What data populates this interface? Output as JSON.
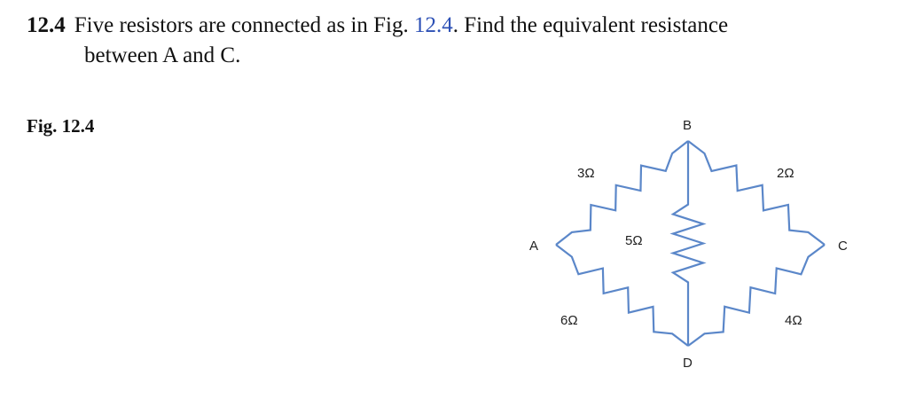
{
  "problem": {
    "number": "12.4",
    "text_before": "Five resistors are connected as in Fig.",
    "fig_ref": "12.4",
    "text_after": ". Find the equivalent resistance",
    "line2": "between A and C."
  },
  "figure": {
    "label": "Fig. 12.4",
    "nodes": {
      "A": "A",
      "B": "B",
      "C": "C",
      "D": "D"
    },
    "resistors": {
      "AB": "3Ω",
      "BC": "2Ω",
      "BD": "5Ω",
      "AD": "6Ω",
      "DC": "4Ω"
    },
    "wire_color": "#5b87c9"
  }
}
